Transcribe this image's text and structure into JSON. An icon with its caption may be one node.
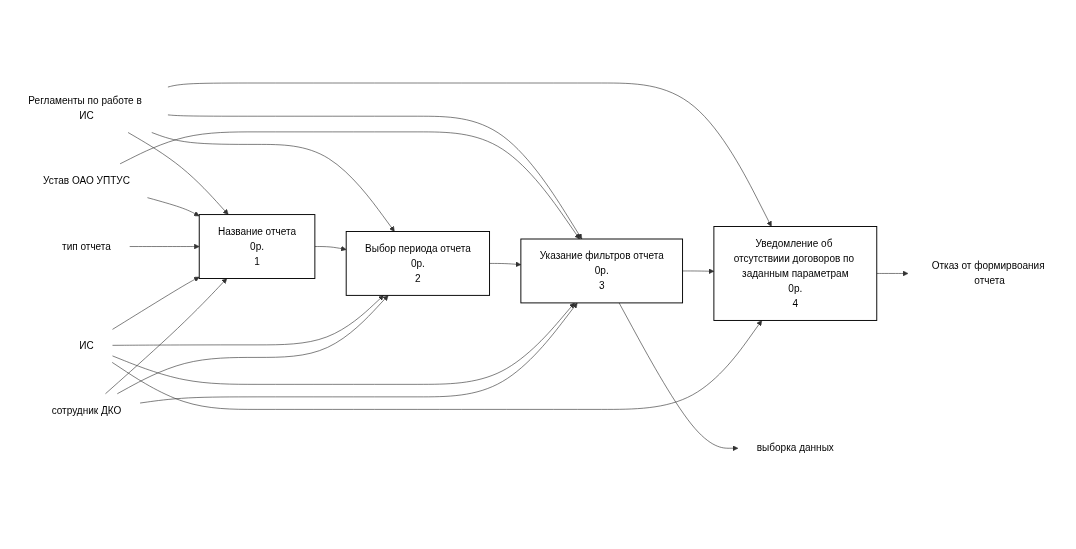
{
  "diagram": {
    "nodes": [
      {
        "text": [
          "Регламенты по работе в ИС"
        ]
      },
      {
        "text": [
          "Устав ОАО УПТУС"
        ]
      },
      {
        "text": [
          "тип отчета"
        ]
      },
      {
        "text": [
          "Название отчета",
          "0р.",
          "1"
        ]
      },
      {
        "text": [
          "Выбор периода отчета",
          "0р.",
          "2"
        ]
      },
      {
        "text": [
          "Указание фильтров отчета",
          "0р.",
          "3"
        ]
      },
      {
        "text": [
          "Уведомление об отсутствиии договоров по заданным параметрам",
          "0р.",
          "4"
        ]
      },
      {
        "text": [
          "выборка данных"
        ]
      },
      {
        "text": [
          "Отказ от формирвоания отчета"
        ]
      },
      {
        "text": [
          "ИС"
        ]
      },
      {
        "text": [
          "сотрудник ДКО"
        ]
      }
    ],
    "edges": [
      {
        "from": 0,
        "to": 3,
        "arrow": "to"
      },
      {
        "from": 0,
        "to": 4,
        "arrow": "to"
      },
      {
        "from": 0,
        "to": 5,
        "arrow": "to"
      },
      {
        "from": 0,
        "to": 6,
        "arrow": "to"
      },
      {
        "from": 1,
        "to": 3,
        "arrow": "to"
      },
      {
        "from": 1,
        "to": 5,
        "arrow": "to"
      },
      {
        "from": 2,
        "to": 3,
        "arrow": "to"
      },
      {
        "from": 3,
        "to": 4,
        "arrow": "to"
      },
      {
        "from": 4,
        "to": 5,
        "arrow": "to"
      },
      {
        "from": 5,
        "to": 6,
        "arrow": "to"
      },
      {
        "from": 5,
        "to": 7,
        "arrow": "to"
      },
      {
        "from": 6,
        "to": 8,
        "arrow": "to"
      },
      {
        "from": 9,
        "to": 3,
        "arrow": "to"
      },
      {
        "from": 9,
        "to": 4,
        "arrow": "to"
      },
      {
        "from": 9,
        "to": 5,
        "arrow": "to"
      },
      {
        "from": 9,
        "to": 6,
        "arrow": "to"
      },
      {
        "from": 10,
        "to": 3,
        "arrow": "to"
      },
      {
        "from": 10,
        "to": 4,
        "arrow": "to"
      },
      {
        "from": 10,
        "to": 5,
        "arrow": "to"
      }
    ]
  }
}
